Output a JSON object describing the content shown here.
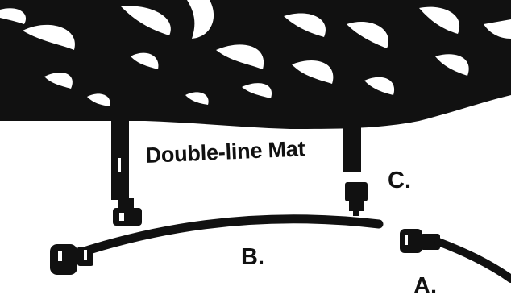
{
  "labels": {
    "mat": "Double-line Mat",
    "a": "A.",
    "b": "B.",
    "c": "C."
  },
  "colors": {
    "ink": "#111111",
    "background": "#ffffff"
  }
}
